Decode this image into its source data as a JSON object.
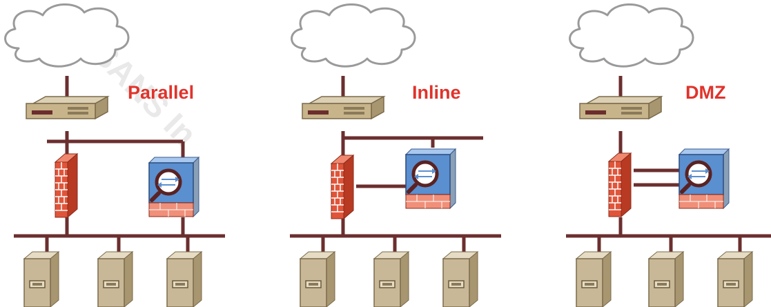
{
  "diagrams": [
    {
      "id": "parallel",
      "label": "Parallel"
    },
    {
      "id": "inline",
      "label": "Inline"
    },
    {
      "id": "dmz",
      "label": "DMZ"
    }
  ],
  "watermark": "© SANS In",
  "colors": {
    "wire": "#6b2e2e",
    "brick": "#d8402c",
    "router_body": "#c8b48a",
    "server_body": "#c9b897",
    "ids_blue": "#5a8fd0",
    "label_red": "#e0332b"
  }
}
